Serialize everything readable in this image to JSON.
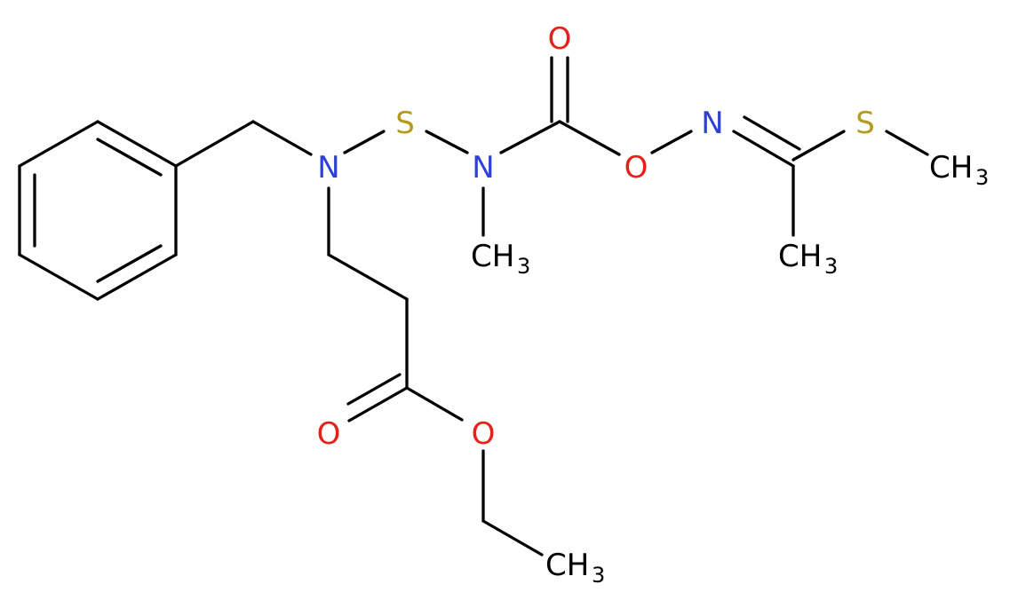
{
  "colors": {
    "carbon": "#000000",
    "nitrogen": "#2f3fdd",
    "oxygen": "#e8201c",
    "sulfur": "#b59a1f",
    "background": "#ffffff"
  },
  "atoms": {
    "s_center": "S",
    "n_benzyl": "N",
    "n_methyl": "N",
    "ch3_n": "CH",
    "ch3_n_sub": "3",
    "o_carbonyl_top": "O",
    "o_ester_link": "O",
    "n_oxime": "N",
    "s_methyl": "S",
    "ch3_s": "CH",
    "ch3_s_sub": "3",
    "ch3_c": "CH",
    "ch3_c_sub": "3",
    "o_ester_double": "O",
    "o_ester_single": "O",
    "ch3_ethyl": "CH",
    "ch3_ethyl_sub": "3"
  }
}
